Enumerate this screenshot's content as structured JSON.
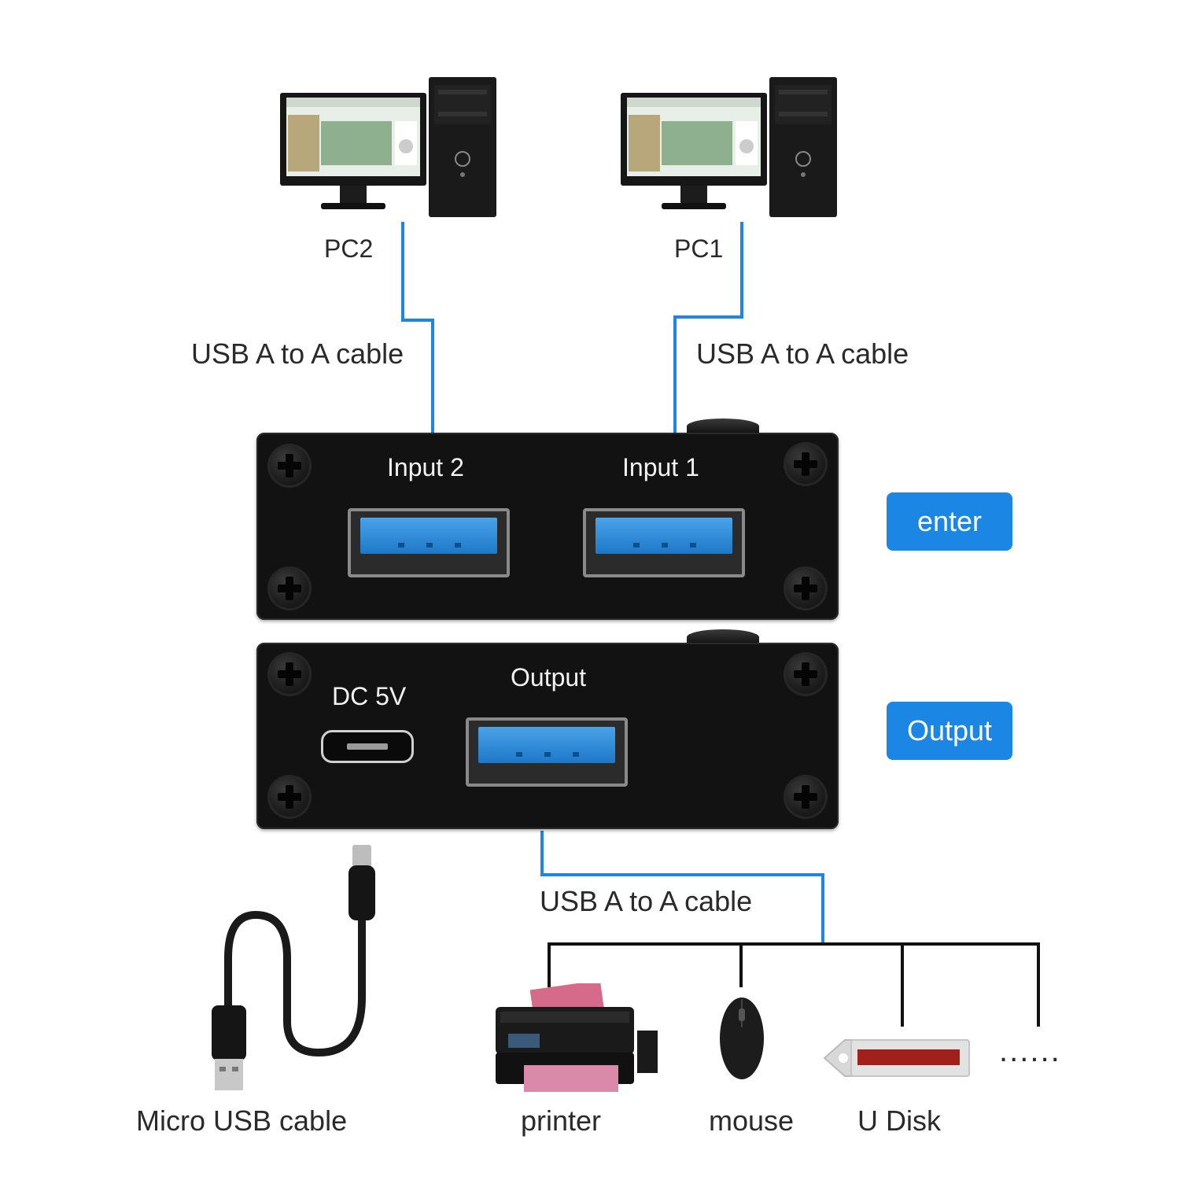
{
  "computers": [
    {
      "label": "PC2"
    },
    {
      "label": "PC1"
    }
  ],
  "cables": {
    "pc2_cable": "USB A to A cable",
    "pc1_cable": "USB A to A cable",
    "output_cable": "USB A to A cable",
    "power_cable": "Micro USB cable"
  },
  "switch": {
    "top_panel": {
      "input_2": "Input  2",
      "input_1": "Input  1"
    },
    "bottom_panel": {
      "power": "DC 5V",
      "output": "Output"
    }
  },
  "tags": {
    "enter": "enter",
    "output": "Output"
  },
  "devices": [
    {
      "label": "printer"
    },
    {
      "label": "mouse"
    },
    {
      "label": "U Disk"
    }
  ],
  "more_devices": "......",
  "colors": {
    "wire": "#1b86e4",
    "tag_bg": "#1b86e4",
    "tag_text": "#ffffff",
    "panel": "#121212",
    "port_blue": "#2a8fe0"
  }
}
